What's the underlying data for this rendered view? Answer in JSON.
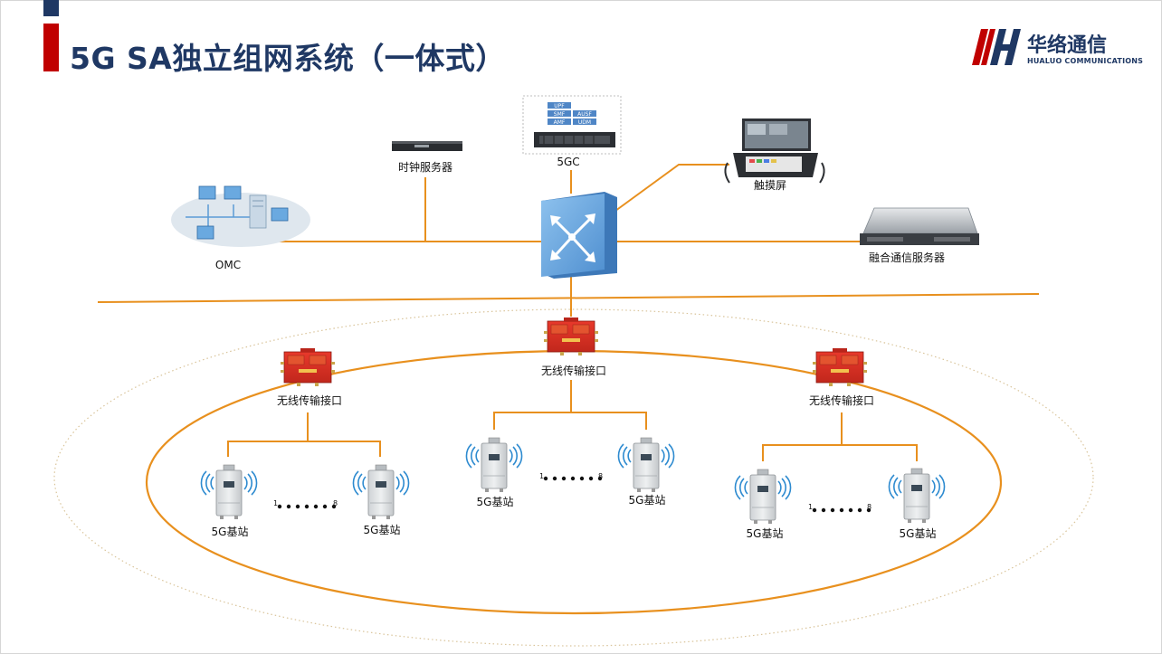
{
  "title": "5G SA独立组网系统（一体式）",
  "brand": {
    "name_cn": "华络通信",
    "name_en": "HUALUO COMMUNICATIONS"
  },
  "core": {
    "label": "5GC",
    "functions": [
      "UPF",
      "SMF",
      "AUSF",
      "AMF",
      "UDM"
    ]
  },
  "nodes": {
    "clock_server": "时钟服务器",
    "touch_screen": "触摸屏",
    "omc": "OMC",
    "fusion_server": "融合通信服务器"
  },
  "wireless_interfaces": {
    "left": "无线传输接口",
    "center": "无线传输接口",
    "right": "无线传输接口"
  },
  "base_stations": {
    "label": "5G基站",
    "range_start": "1",
    "range_end": "8"
  },
  "colors": {
    "line": "#e8901e",
    "title": "#1f3864",
    "accent_red": "#c00000",
    "switch_blue": "#5b9bd5"
  }
}
